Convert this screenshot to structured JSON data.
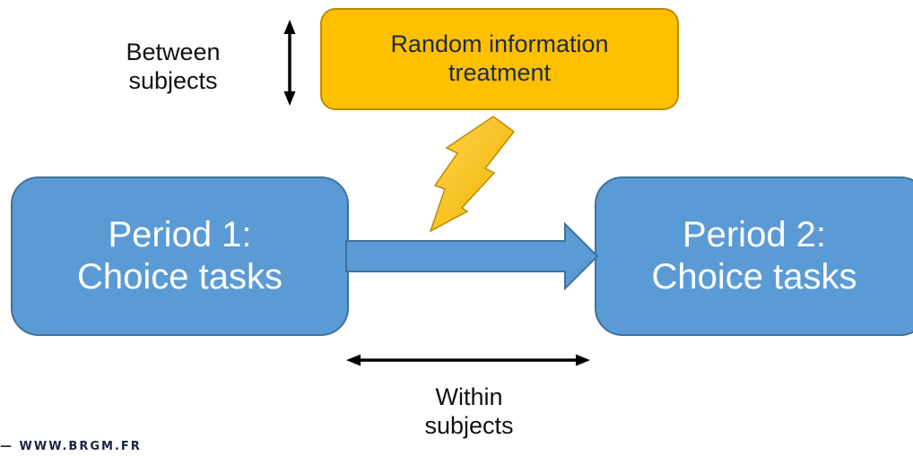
{
  "treatment": {
    "lines": [
      "Random information",
      "treatment"
    ]
  },
  "period1": {
    "lines": [
      "Period 1:",
      "Choice tasks"
    ]
  },
  "period2": {
    "lines": [
      "Period 2:",
      "Choice tasks"
    ]
  },
  "between_label": {
    "lines": [
      "Between",
      "subjects"
    ]
  },
  "within_label": {
    "lines": [
      "Within",
      "subjects"
    ]
  },
  "footer": {
    "url": "— WWW.BRGM.FR"
  },
  "colors": {
    "period_fill": "#5b9bd5",
    "period_stroke": "#41719c",
    "treatment_fill": "#ffc000",
    "treatment_stroke": "#bc8c00",
    "arrow_black": "#000000"
  }
}
